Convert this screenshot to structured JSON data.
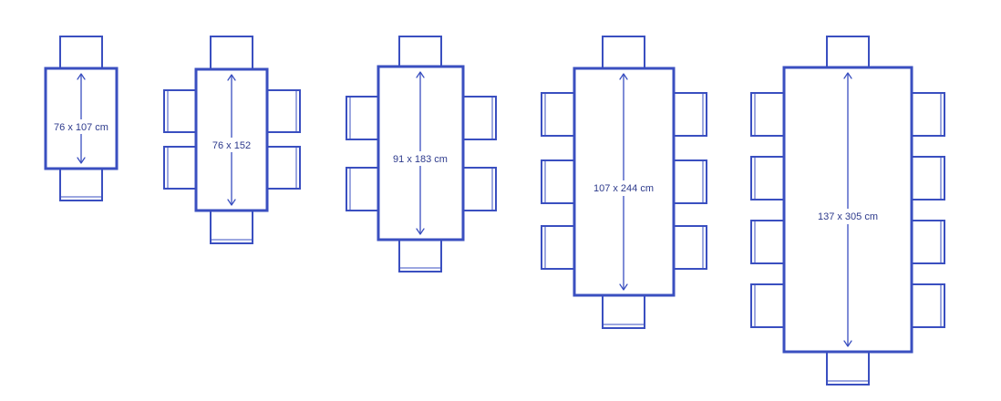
{
  "colors": {
    "stroke": "#3a4fc0",
    "label": "#2d3a8c",
    "background": "#ffffff"
  },
  "tables": [
    {
      "seats": 2,
      "dimension_label": "76 x 107 cm"
    },
    {
      "seats": 6,
      "dimension_label": "76 x 152"
    },
    {
      "seats": 6,
      "dimension_label": "91 x 183 cm"
    },
    {
      "seats": 8,
      "dimension_label": "107 x 244 cm"
    },
    {
      "seats": 10,
      "dimension_label": "137 x 305 cm"
    }
  ]
}
